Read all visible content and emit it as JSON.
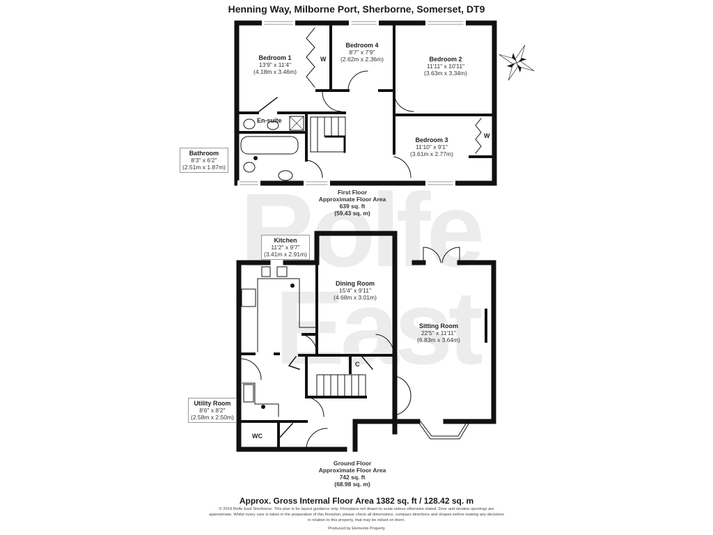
{
  "title": "Henning Way, Milborne Port, Sherborne, Somerset, DT9",
  "watermark": {
    "line1": "Rolfe",
    "line2": "East"
  },
  "first_floor": {
    "rooms": [
      {
        "name": "Bedroom 1",
        "imperial": "13'9\" x 11'4\"",
        "metric": "(4.18m x 3.46m)"
      },
      {
        "name": "Bedroom 4",
        "imperial": "8'7\" x 7'9\"",
        "metric": "(2.62m x 2.36m)"
      },
      {
        "name": "Bedroom 2",
        "imperial": "11'11\" x 10'11\"",
        "metric": "(3.63m x 3.34m)"
      },
      {
        "name": "Bedroom 3",
        "imperial": "11'10\" x 9'1\"",
        "metric": "(3.61m x 2.77m)"
      },
      {
        "name": "En-suite"
      },
      {
        "name": "Bathroom",
        "imperial": "8'3\" x 6'2\"",
        "metric": "(2.51m x 1.87m)"
      }
    ],
    "wardrobe_tag": "W",
    "area": {
      "line1": "First Floor",
      "line2": "Approximate Floor Area",
      "line3": "639 sq. ft",
      "line4": "(59.43 sq. m)"
    }
  },
  "ground_floor": {
    "rooms": [
      {
        "name": "Kitchen",
        "imperial": "11'2\" x 9'7\"",
        "metric": "(3.41m x 2.91m)"
      },
      {
        "name": "Dining Room",
        "imperial": "15'4\" x 9'11\"",
        "metric": "(4.68m x 3.01m)"
      },
      {
        "name": "Sitting Room",
        "imperial": "22'5\" x 11'11\"",
        "metric": "(6.83m x 3.64m)"
      },
      {
        "name": "Utility Room",
        "imperial": "8'6\" x 8'2\"",
        "metric": "(2.58m x 2.50m)"
      },
      {
        "name": "WC"
      }
    ],
    "cupboard_tag": "C",
    "area": {
      "line1": "Ground Floor",
      "line2": "Approximate Floor Area",
      "line3": "742 sq. ft",
      "line4": "(68.98 sq. m)"
    }
  },
  "footer": {
    "gross": "Approx. Gross Internal Floor Area 1382 sq. ft / 128.42 sq. m",
    "disclaimer": "© 2019 Rolfe East Sherborne. This plan is for layout guidance only. Floorplans not drawn to scale unless otherwise stated. Door and window openings are approximate. Whilst every care is taken in the preparation of this floorplan, please check all dimensions, compass directions and shapes before making any decisions in relation to this property, that may be reliant on them.",
    "produced": "Produced by Elements Property"
  },
  "compass": {
    "icon": "compass-rose-icon"
  },
  "colors": {
    "wall": "#111111",
    "watermark": "#ececec",
    "text": "#1a1a1a"
  }
}
